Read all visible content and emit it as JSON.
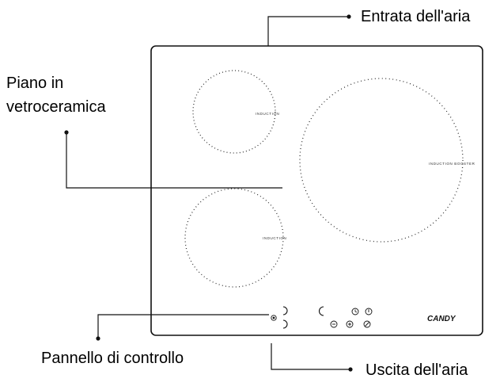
{
  "labels": {
    "air_inlet": "Entrata dell'aria",
    "glass_top_line1": "Piano in",
    "glass_top_line2": "vetroceramica",
    "control_panel": "Pannello di controllo",
    "air_outlet": "Uscita dell'aria"
  },
  "zones": {
    "small_top": "INDUCTION",
    "large_right": "INDUCTION BOOSTER",
    "medium_bottom": "INDUCTION"
  },
  "brand": "CANDY",
  "icons": [
    "power-icon",
    "timer-icon",
    "lock-icon",
    "booster-icon",
    "minus-icon",
    "plus-icon",
    "zone-select-icon"
  ]
}
